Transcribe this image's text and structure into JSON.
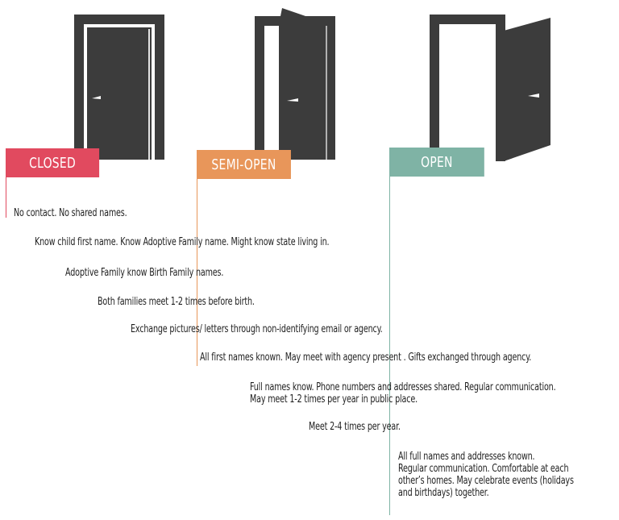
{
  "colors": {
    "door": "#3c3c3c",
    "closed": "#e14a5f",
    "semi_open": "#e8965a",
    "open": "#7fb3a5"
  },
  "doors": [
    {
      "name": "closed-door-icon"
    },
    {
      "name": "semi-open-door-icon"
    },
    {
      "name": "open-door-icon"
    }
  ],
  "levels": {
    "closed": "CLOSED",
    "semi_open": "SEMI-OPEN",
    "open": "OPEN"
  },
  "statements": [
    "No contact. No shared names.",
    "Know child first name. Know Adoptive Family name. Might know state living in.",
    "Adoptive Family know Birth Family names.",
    "Both families meet 1-2 times before birth.",
    "Exchange  pictures/ letters through non-identifying email or agency.",
    "All first names known.  May meet with agency present . Gifts exchanged through agency.",
    "Full names know. Phone numbers and addresses shared. Regular communication.",
    "May meet 1-2 times per year in public place.",
    "Meet 2-4 times per year.",
    "All full names and addresses known.",
    "Regular communication. Comfortable at each",
    "other’s homes. May celebrate events (holidays",
    "and birthdays) together."
  ]
}
